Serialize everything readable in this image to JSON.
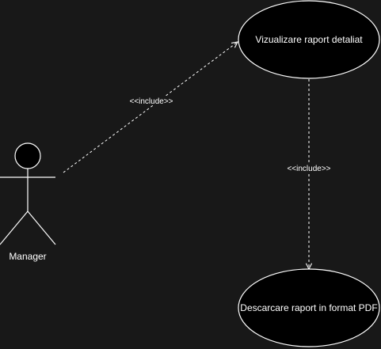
{
  "diagram": {
    "type": "use-case",
    "actor": {
      "name": "Manager"
    },
    "use_cases": [
      {
        "id": "uc1",
        "label": "Vizualizare raport detaliat"
      },
      {
        "id": "uc2",
        "label": "Descarcare raport in format PDF"
      }
    ],
    "relations": [
      {
        "from": "actor",
        "to": "uc1",
        "label": "<<include>>",
        "style": "dashed"
      },
      {
        "from": "uc1",
        "to": "uc2",
        "label": "<<include>>",
        "style": "dashed"
      }
    ]
  },
  "colors": {
    "background": "#181818",
    "stroke": "#ffffff",
    "usecase_fill": "#000000",
    "usecase_text": "#000000"
  }
}
